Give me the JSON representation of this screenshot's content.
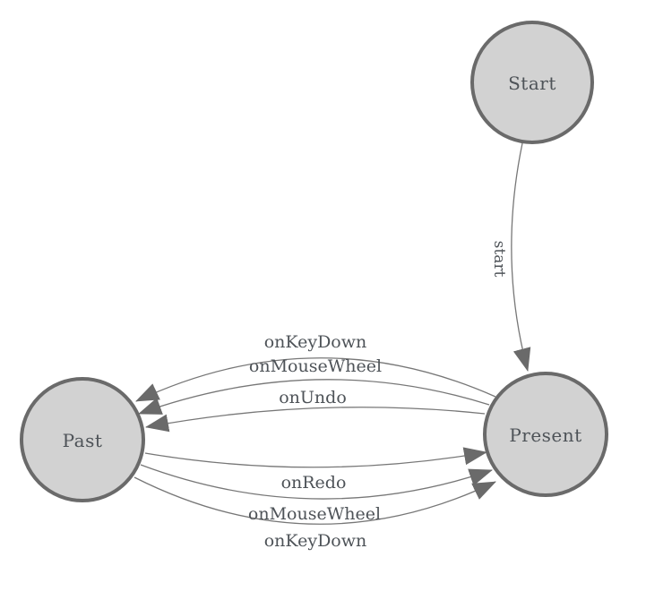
{
  "style": {
    "canvas-bg": "#ffffff",
    "node-fill": "#d2d2d2",
    "node-stroke": "#6a6a6a",
    "edge-stroke": "#777777",
    "arrow-fill": "#6a6a6a",
    "label-color": "#4e5358"
  },
  "diagram": {
    "type": "state-machine",
    "nodes": [
      {
        "id": "start",
        "label": "Start"
      },
      {
        "id": "present",
        "label": "Present"
      },
      {
        "id": "past",
        "label": "Past"
      }
    ],
    "edges": [
      {
        "from": "start",
        "to": "present",
        "label": "start"
      },
      {
        "from": "present",
        "to": "past",
        "label": "onKeyDown"
      },
      {
        "from": "present",
        "to": "past",
        "label": "onMouseWheel"
      },
      {
        "from": "present",
        "to": "past",
        "label": "onUndo"
      },
      {
        "from": "past",
        "to": "present",
        "label": "onRedo"
      },
      {
        "from": "past",
        "to": "present",
        "label": "onMouseWheel"
      },
      {
        "from": "past",
        "to": "present",
        "label": "onKeyDown"
      }
    ]
  }
}
